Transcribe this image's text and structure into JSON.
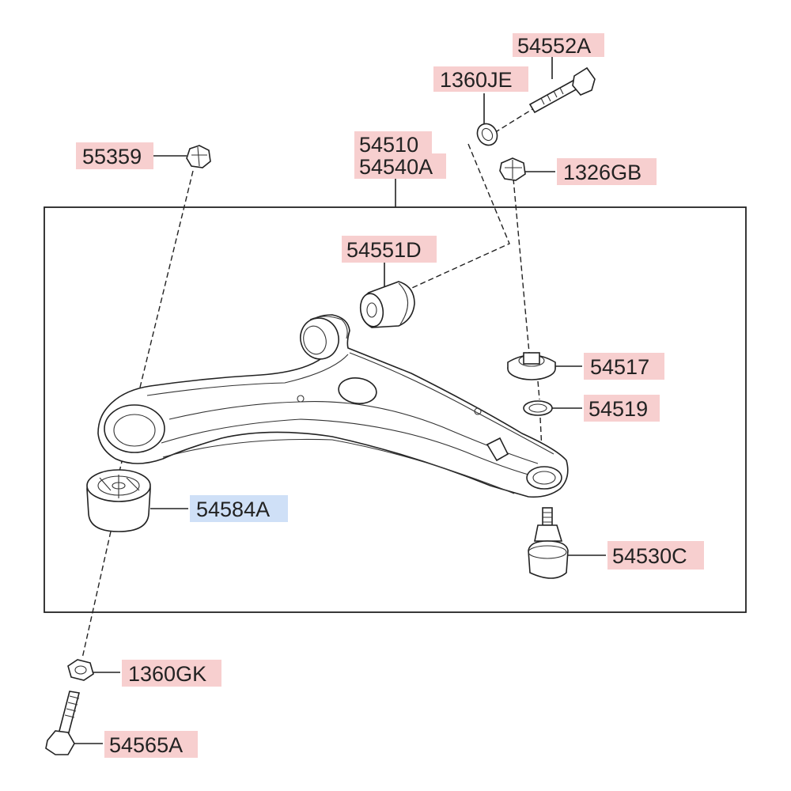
{
  "labels": {
    "p54552A": "54552A",
    "p1360JE": "1360JE",
    "p55359": "55359",
    "p54510": "54510",
    "p54540A": "54540A",
    "p1326GB": "1326GB",
    "p54551D": "54551D",
    "p54517": "54517",
    "p54519": "54519",
    "p54584A": "54584A",
    "p54530C": "54530C",
    "p1360GK": "1360GK",
    "p54565A": "54565A"
  },
  "colors": {
    "label_highlight": "#f7cfcf",
    "label_selected": "#cfe0f7",
    "line": "#222222"
  },
  "selected_part": "54584A"
}
